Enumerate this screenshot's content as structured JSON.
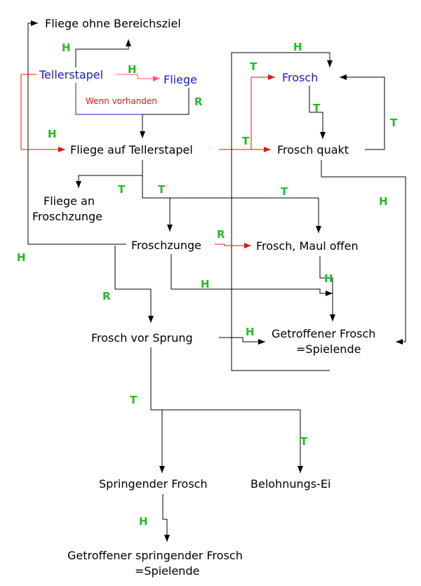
{
  "nodes": {
    "fliege_ohne": "Fliege ohne Bereichsziel",
    "tellerstapel": "Tellerstapel",
    "fliege": "Fliege",
    "frosch": "Frosch",
    "fliege_auf": "Fliege auf Tellerstapel",
    "frosch_quakt": "Frosch quakt",
    "fliege_an_1": "Fliege an",
    "fliege_an_2": "Froschzunge",
    "froschzunge": "Froschzunge",
    "frosch_maul": "Frosch, Maul offen",
    "frosch_sprung": "Frosch vor Sprung",
    "getroffen_1": "Getroffener Frosch",
    "getroffen_2": "=Spielende",
    "springend": "Springender Frosch",
    "belohnung": "Belohnungs-Ei",
    "getroffen_spr_1": "Getroffener springender Frosch",
    "getroffen_spr_2": "=Spielende"
  },
  "note": "Wenn vorhanden",
  "labels": {
    "H": "H",
    "T": "T",
    "R": "R"
  },
  "colors": {
    "black": "#000000",
    "blue": "#1a1acc",
    "red": "#ee1111",
    "pink": "#ff5577",
    "green": "#22bb22"
  }
}
